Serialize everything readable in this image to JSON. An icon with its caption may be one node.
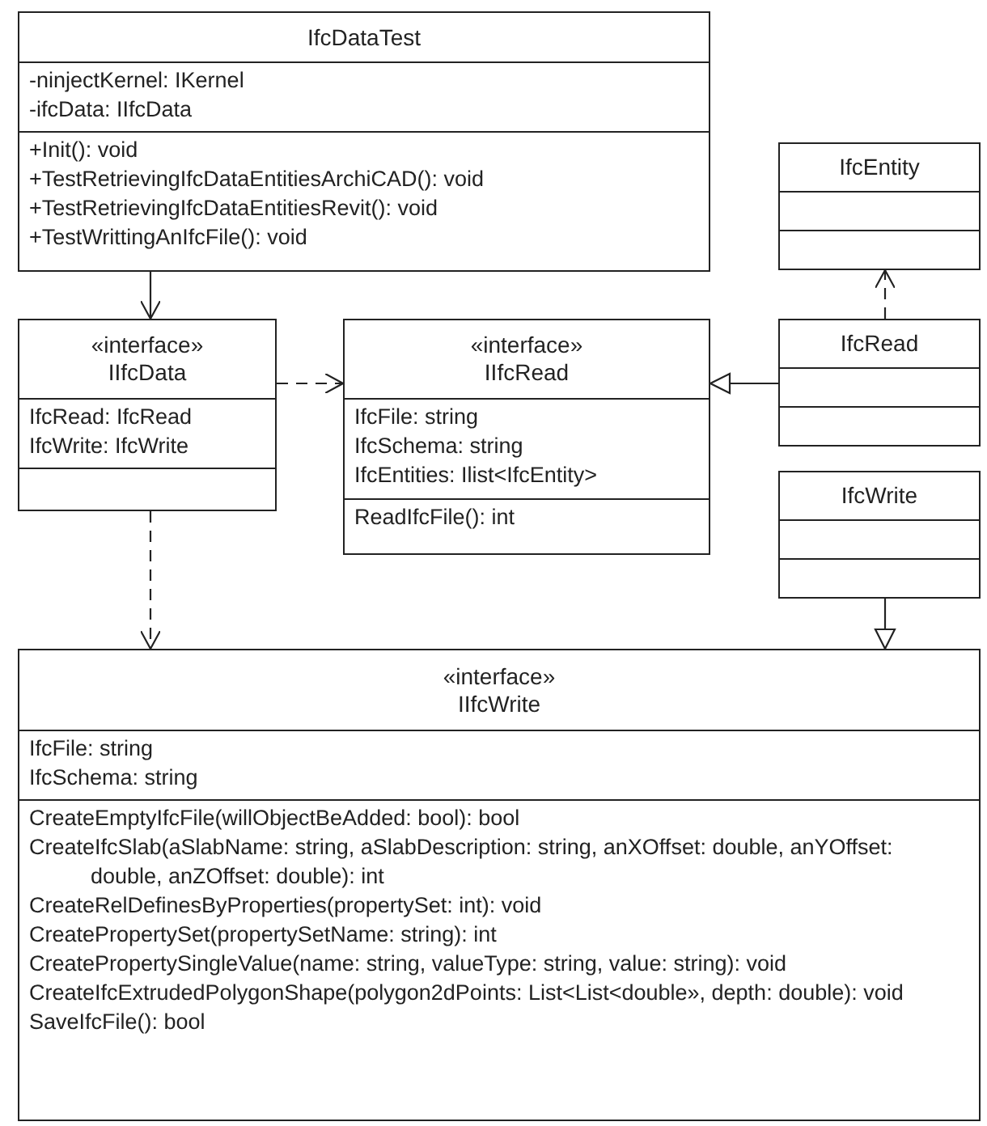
{
  "diagram": {
    "nodes": [
      {
        "text": [
          "IfcDataTest",
          "-ninjectKernel: IKernel",
          "-ifcData: IIfcData",
          "+Init(): void",
          "+TestRetrievingIfcDataEntitiesArchiCAD(): void",
          "+TestRetrievingIfcDataEntitiesRevit(): void",
          "+TestWrittingAnIfcFile(): void"
        ]
      },
      {
        "text": [
          "«interface»",
          "IIfcData",
          "IfcRead: IfcRead",
          "IfcWrite: IfcWrite"
        ]
      },
      {
        "text": [
          "«interface»",
          "IIfcRead",
          "IfcFile: string",
          "IfcSchema: string",
          "IfcEntities: Ilist<IfcEntity>",
          "ReadIfcFile(): int"
        ]
      },
      {
        "text": [
          "IfcEntity"
        ]
      },
      {
        "text": [
          "IfcRead"
        ]
      },
      {
        "text": [
          "IfcWrite"
        ]
      },
      {
        "text": [
          "«interface»",
          "IIfcWrite",
          "IfcFile: string",
          "IfcSchema: string",
          "CreateEmptyIfcFile(willObjectBeAdded: bool): bool",
          "CreateIfcSlab(aSlabName: string, aSlabDescription: string, anXOffset: double, anYOffset: double, anZOffset: double): int",
          "CreateRelDefinesByProperties(propertySet: int): void",
          "CreatePropertySet(propertySetName: string): int",
          "CreatePropertySingleValue(name: string, valueType: string, value: string): void",
          "CreateIfcExtrudedPolygonShape(polygon2dPoints: List<List<double», depth: double): void",
          "SaveIfcFile(): bool"
        ]
      }
    ],
    "edges": [
      {
        "from": 0,
        "to": 1,
        "arrow": "to"
      },
      {
        "from": 1,
        "to": 2,
        "arrow": "to",
        "style": "dashed"
      },
      {
        "from": 1,
        "to": 6,
        "arrow": "to",
        "style": "dashed"
      },
      {
        "from": 4,
        "to": 3,
        "arrow": "to",
        "style": "dashed"
      },
      {
        "from": 4,
        "to": 2,
        "arrow": "to"
      },
      {
        "from": 5,
        "to": 6,
        "arrow": "to"
      }
    ]
  }
}
